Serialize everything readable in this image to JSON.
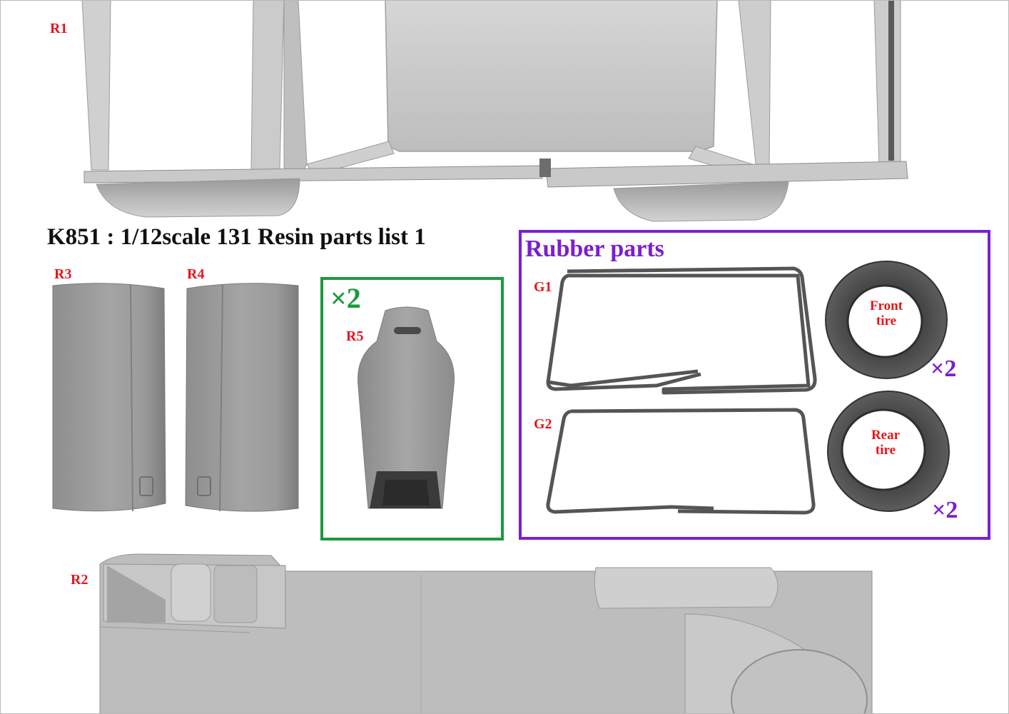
{
  "title": "K851 : 1/12scale 131 Resin parts list 1",
  "labels": {
    "r1": "R1",
    "r2": "R2",
    "r3": "R3",
    "r4": "R4",
    "r5": "R5",
    "g1": "G1",
    "g2": "G2"
  },
  "seat_box": {
    "multiplier": "×2",
    "border_color": "#1a9a3c"
  },
  "rubber_box": {
    "title": "Rubber parts",
    "border_color": "#7b1fd0",
    "front_tire": {
      "line1": "Front",
      "line2": "tire",
      "multiplier": "×2"
    },
    "rear_tire": {
      "line1": "Rear",
      "line2": "tire",
      "multiplier": "×2"
    }
  },
  "colors": {
    "label_red": "#e8141c",
    "resin_gray": "#a9a9a9",
    "rubber_gray": "#555555"
  }
}
